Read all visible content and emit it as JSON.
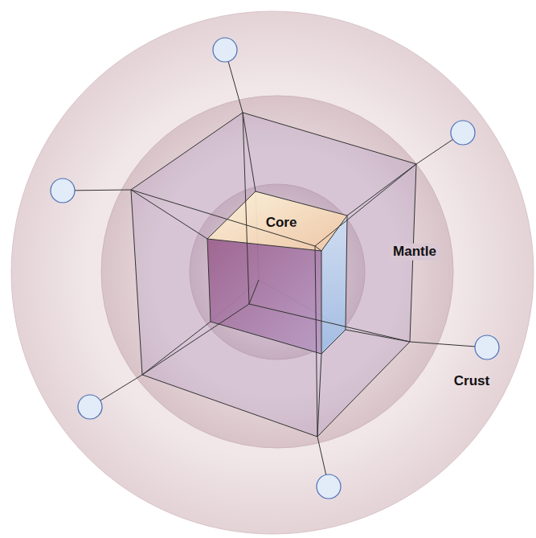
{
  "diagram": {
    "nodes": [
      {
        "text": [
          "Crust"
        ]
      },
      {
        "text": [
          "Mantle"
        ],
        "in": 0
      },
      {
        "text": [
          "Core"
        ],
        "in": 1
      }
    ]
  }
}
